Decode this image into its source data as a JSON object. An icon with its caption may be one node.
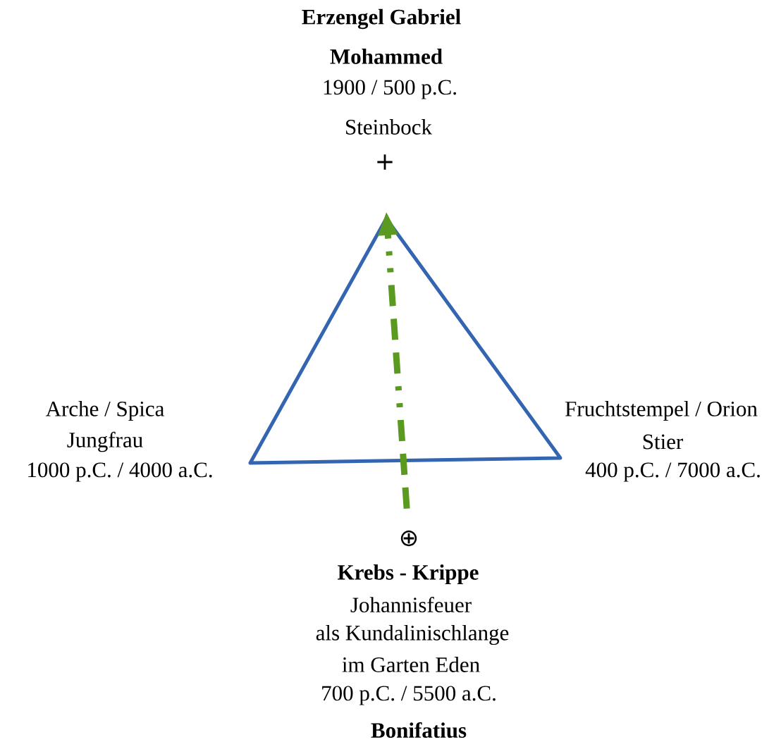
{
  "diagram": {
    "nodes": [
      {
        "text": [
          "+"
        ]
      },
      {
        "text": [],
        "shape": "triangle"
      },
      {
        "text": [
          "⊕"
        ]
      }
    ],
    "edges": [
      {
        "from": 2,
        "to": 1,
        "arrow": "to",
        "style": "dashed",
        "color": "#5a9a21"
      }
    ],
    "labels": [
      "Erzengel Gabriel",
      "Mohammed",
      "1900 / 500 p.C.",
      "Steinbock",
      "Arche / Spica",
      "Jungfrau",
      "1000 p.C. / 4000 a.C.",
      "Fruchtstempel / Orion",
      "Stier",
      "400 p.C. / 7000 a.C.",
      "Krebs - Krippe",
      "Johannisfeuer",
      "als Kundalinischlange",
      "im Garten Eden",
      "700 p.C. / 5500 a.C.",
      "Bonifatius"
    ]
  }
}
